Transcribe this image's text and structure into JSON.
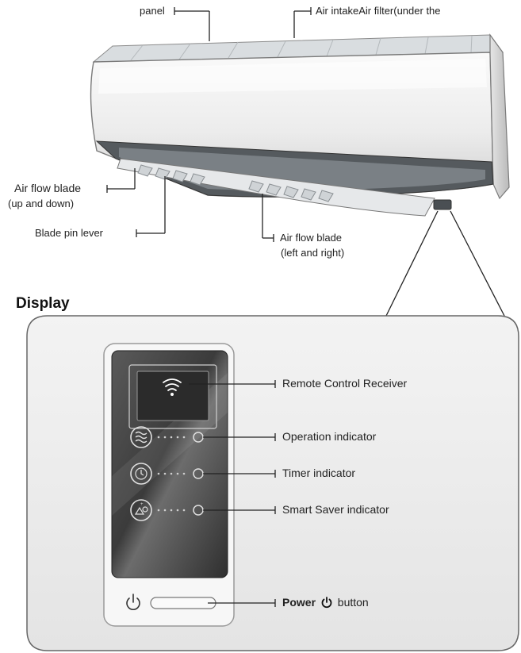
{
  "unit_labels": {
    "panel": "panel",
    "air_intake": "Air intakeAir filter(under the",
    "blade_updown_1": "Air flow blade",
    "blade_updown_2": "(up and down)",
    "blade_pin_lever": "Blade pin lever",
    "blade_leftright_1": "Air flow blade",
    "blade_leftright_2": "(left and right)"
  },
  "display": {
    "heading": "Display",
    "remote_receiver": "Remote Control Receiver",
    "operation_indicator": "Operation indicator",
    "timer_indicator": "Timer indicator",
    "smart_saver_indicator": "Smart Saver indicator",
    "power_bold": "Power",
    "power_rest": "button"
  },
  "icons": [
    "wifi-receiver-icon",
    "operation-waves-icon",
    "timer-clock-icon",
    "smart-saver-icon",
    "power-icon"
  ]
}
